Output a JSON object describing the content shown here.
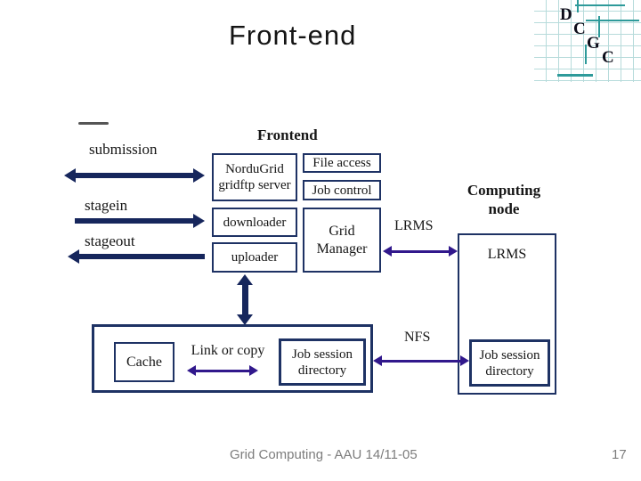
{
  "slide": {
    "title": "Front-end",
    "footer": "Grid Computing - AAU 14/11-05",
    "page_number": "17"
  },
  "logo": {
    "letters": [
      "D",
      "C",
      "G",
      "C"
    ]
  },
  "diagram": {
    "frontend_label": "Frontend",
    "left_flow_labels": {
      "submission": "submission",
      "stagein": "stagein",
      "stageout": "stageout"
    },
    "boxes": {
      "nordugrid": {
        "line1": "NorduGrid",
        "line2": "gridftp server"
      },
      "file_access": "File access",
      "job_control": "Job control",
      "downloader": "downloader",
      "uploader": "uploader",
      "grid_manager": {
        "line1": "Grid",
        "line2": "Manager"
      },
      "lrms_node": "LRMS",
      "cache": "Cache",
      "job_session_left": {
        "line1": "Job session",
        "line2": "directory"
      },
      "job_session_right": {
        "line1": "Job session",
        "line2": "directory"
      }
    },
    "link_labels": {
      "lrms": "LRMS",
      "nfs": "NFS",
      "link_or_copy": "Link or copy"
    },
    "computing_node": {
      "line1": "Computing",
      "line2": "node"
    }
  },
  "colors": {
    "box_border": "#1e3264",
    "thick_arrow": "#16265c",
    "purple_arrow": "#31188c",
    "logo_teal": "#2e9a9a",
    "footer_gray": "#7d7d7d"
  }
}
